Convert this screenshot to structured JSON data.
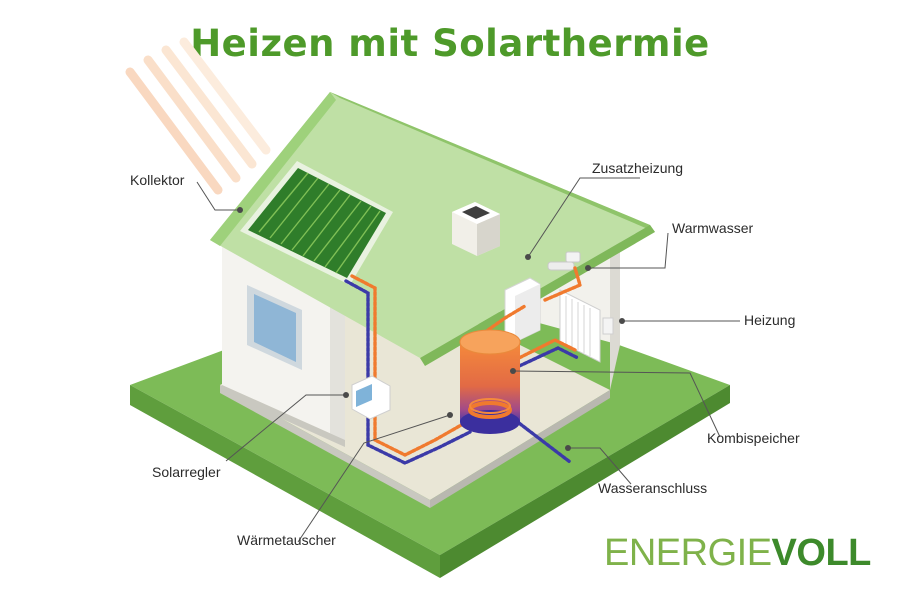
{
  "title": "Heizen mit Solarthermie",
  "labels": {
    "kollektor": "Kollektor",
    "zusatzheizung": "Zusatzheizung",
    "warmwasser": "Warmwasser",
    "heizung": "Heizung",
    "kombispeicher": "Kombispeicher",
    "wasseranschluss": "Wasseranschluss",
    "solarregler": "Solarregler",
    "waermetauscher": "Wärmetauscher"
  },
  "logo": {
    "part1": "ENERGIE",
    "part2": "VOLL"
  },
  "colors": {
    "title": "#4e9a2a",
    "roof": "#bfe0a5",
    "grass": "#7dbb57",
    "warm_pipe": "#f07a2e",
    "cold_pipe": "#3b3aa8",
    "logo_light": "#7fb24a",
    "logo_dark": "#3d8a2b"
  }
}
